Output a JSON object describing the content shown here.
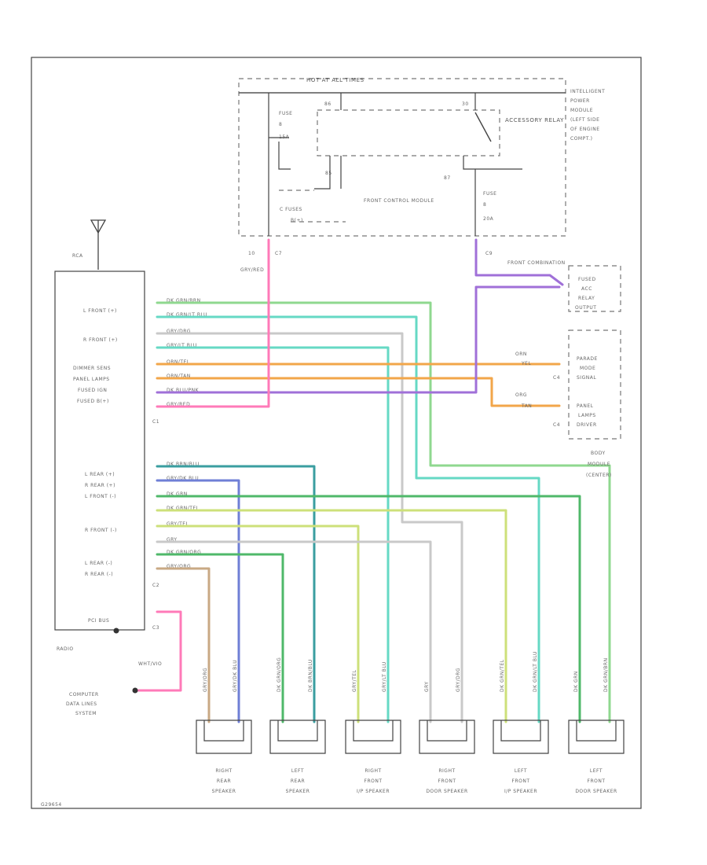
{
  "power_box": {
    "title": "HOT AT ALL TIMES",
    "fuse_left": "FUSE",
    "fuse_left_num": "8",
    "fuse_left_amp": "15A",
    "fuse_right": "FUSE",
    "fuse_right_num": "8",
    "fuse_right_amp": "20A",
    "relay_label": "ACCESSORY RELAY",
    "front_control": "FRONT CONTROL MODULE",
    "c_fuses": "C FUSES",
    "c_fuses_sub": "B(+)"
  },
  "ipm_label": [
    "INTELLIGENT",
    "POWER",
    "MODULE",
    "(LEFT SIDE",
    "OF ENGINE",
    "COMPT.)"
  ],
  "connectors": {
    "c7": "C7",
    "c9": "C9",
    "c10": "10",
    "c1": "C1",
    "c2": "C2",
    "c3": "C3",
    "c4a": "C4",
    "c4b": "C4",
    "wires_note": "GRY/RED",
    "pin_87": "87",
    "pin_30": "30",
    "pin_86": "86",
    "pin_85": "85"
  },
  "radio": {
    "label": "RADIO",
    "antenna": "RCA",
    "c1_pins": [
      "L FRONT (+)",
      "R FRONT (+)",
      "DIMMER SENS",
      "PANEL LAMPS",
      "FUSED IGN",
      "FUSED B(+)"
    ],
    "c2_pins": [
      "L REAR (+)",
      "R REAR (+)",
      "L FRONT (-)",
      "R FRONT (-)",
      "L REAR (-)",
      "R REAR (-)"
    ],
    "c3_pin": "PCI BUS"
  },
  "wire_labels_c1": [
    "DK GRN/BRN",
    "DK GRN/LT BLU",
    "GRY/DRG",
    "GRY/LT BLU",
    "ORN/TEL",
    "ORN/TAN",
    "DK BLU/PNK",
    "GRY/RED"
  ],
  "wire_labels_c2": [
    "DK BRN/BLU",
    "GRY/DK BLU",
    "DK GRN",
    "DK GRN/TEL",
    "GRY/TEL",
    "GRY",
    "DK GRN/ORG",
    "GRY/ORG"
  ],
  "front_combiner": "FRONT COMBINATION",
  "fused_relay": [
    "FUSED",
    "ACC",
    "RELAY",
    "OUTPUT"
  ],
  "dimmer_wire": [
    "ORN",
    "YEL"
  ],
  "panel_wire": [
    "ORG",
    "TAN"
  ],
  "parade_mode": [
    "PARADE",
    "MODE",
    "SIGNAL"
  ],
  "panel_driver": [
    "PANEL",
    "LAMPS",
    "DRIVER"
  ],
  "body_module": [
    "BODY",
    "MODULE",
    "(CENTER)"
  ],
  "pci_wire": "WHT/VIO",
  "computer": [
    "COMPUTER",
    "DATA LINES",
    "SYSTEM"
  ],
  "speakers": [
    {
      "name": [
        "RIGHT",
        "REAR",
        "SPEAKER"
      ],
      "w1": "GRY/ORG",
      "w2": "GRY/DK BLU"
    },
    {
      "name": [
        "LEFT",
        "REAR",
        "SPEAKER"
      ],
      "w1": "DK GRN/ORG",
      "w2": "DK BRN/BLU"
    },
    {
      "name": [
        "RIGHT",
        "FRONT",
        "I/P SPEAKER"
      ],
      "w1": "GRY/TEL",
      "w2": "GRY/LT BLU"
    },
    {
      "name": [
        "RIGHT",
        "FRONT",
        "DOOR SPEAKER"
      ],
      "w1": "GRY",
      "w2": "GRY/DRG"
    },
    {
      "name": [
        "LEFT",
        "FRONT",
        "I/P SPEAKER"
      ],
      "w1": "DK GRN/TEL",
      "w2": "DK GRN/LT BLU"
    },
    {
      "name": [
        "LEFT",
        "FRONT",
        "DOOR SPEAKER"
      ],
      "w1": "DK GRN",
      "w2": "DK GRN/BRN"
    }
  ],
  "footer_code": "G29654",
  "colors": {
    "green": "#8fd88f",
    "cyan": "#66d9c4",
    "teal": "#3a9ea0",
    "blue": "#6f7fd6",
    "orange": "#f2a64a",
    "purple": "#a070d8",
    "pink": "#ff7ab8",
    "tan": "#c9a984",
    "gray": "#c9c9c9",
    "yellowgreen": "#cde07a",
    "darkgreen": "#4fb86a"
  }
}
